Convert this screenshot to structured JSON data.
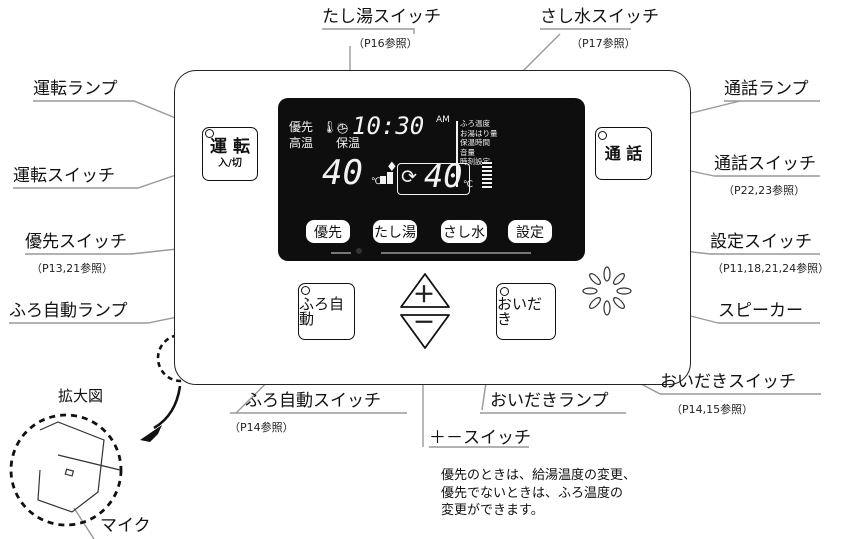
{
  "labels": {
    "tashiyu_switch": "たし湯スイッチ",
    "tashiyu_ref": "（P16参照）",
    "sashimizu_switch": "さし水スイッチ",
    "sashimizu_ref": "（P17参照）",
    "unten_lamp": "運転ランプ",
    "unten_switch": "運転スイッチ",
    "tsuwa_lamp": "通話ランプ",
    "tsuwa_switch": "通話スイッチ",
    "tsuwa_ref": "（P22,23参照）",
    "yusen_switch": "優先スイッチ",
    "yusen_ref": "（P13,21参照）",
    "settei_switch": "設定スイッチ",
    "settei_ref": "（P11,18,21,24参照）",
    "furo_lamp": "ふろ自動ランプ",
    "speaker": "スピーカー",
    "kakudaizu": "拡大図",
    "furo_switch": "ふろ自動スイッチ",
    "furo_ref": "（P14参照）",
    "oidaki_switch": "おいだきスイッチ",
    "oidaki_ref": "（P14,15参照）",
    "oidaki_lamp": "おいだきランプ",
    "plusminus_switch": "＋－スイッチ",
    "mic": "マイク"
  },
  "note": {
    "line1": "優先のときは、給湯温度の変更、",
    "line2": "優先でないときは、ふろ温度の",
    "line3": "変更ができます。"
  },
  "buttons": {
    "unten": "運 転",
    "unten_sub": "入/切",
    "tsuwa": "通 話",
    "furo": "ふろ自動",
    "oidaki": "おいだき",
    "yusen": "優先",
    "tashiyu": "たし湯",
    "sashimizu": "さし水",
    "settei": "設定",
    "plus": "＋",
    "minus": "－"
  },
  "display": {
    "yusen": "優先",
    "koon": "高温",
    "hoon": "保温",
    "time": "10:30",
    "am": "AM",
    "kyuto_temp": "40",
    "furo_temp": "40",
    "unit": "℃",
    "menu": [
      "ふろ温度",
      "お湯はり量",
      "保温時間",
      "音量",
      "時刻設定"
    ]
  },
  "colors": {
    "lcd_bg": "#0e0e0e",
    "lcd_text": "#f2f2f2",
    "line": "#999999"
  }
}
